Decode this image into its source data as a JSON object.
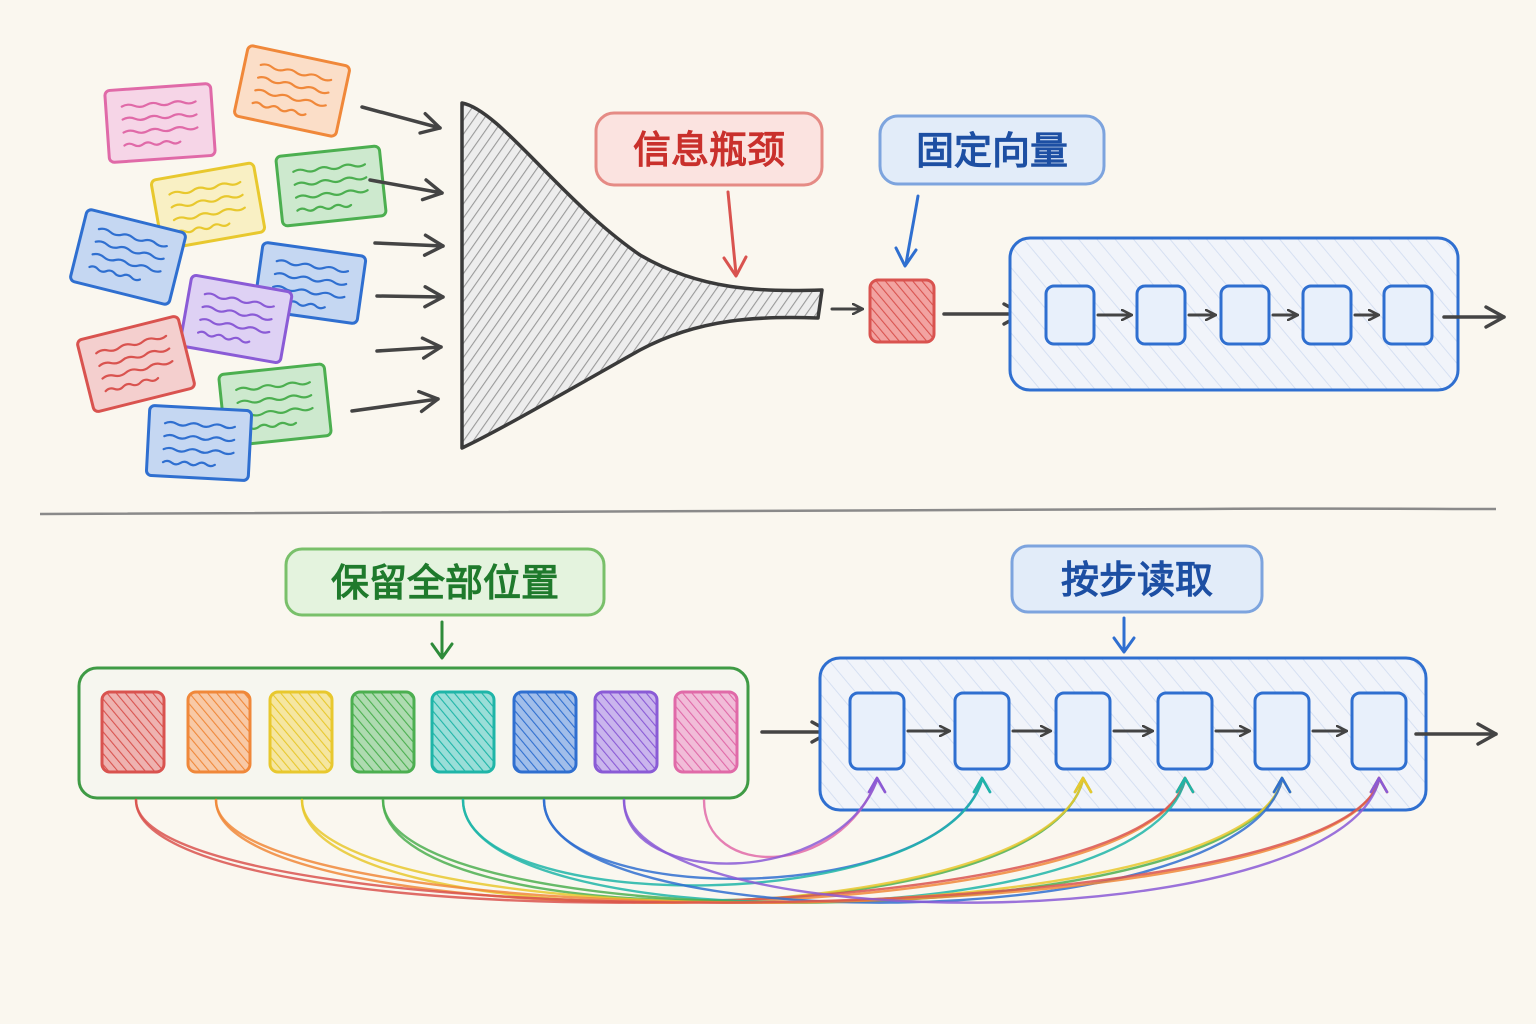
{
  "top": {
    "bottleneck_label": "信息瓶颈",
    "fixed_vector_label": "固定向量"
  },
  "bottom": {
    "keep_all_label": "保留全部位置",
    "read_stepwise_label": "按步读取"
  },
  "colors": {
    "red": "#d9534f",
    "orange": "#f0883a",
    "yellow": "#e8c82e",
    "green": "#4caf50",
    "teal": "#1fb5a8",
    "blue": "#2f6fd0",
    "purple": "#8a5bd6",
    "pink": "#e06aa8",
    "gray": "#555555"
  },
  "icons": {
    "documents": "colored-note-cards",
    "funnel": "funnel-icon",
    "arrows": "arrow-right-icon"
  }
}
